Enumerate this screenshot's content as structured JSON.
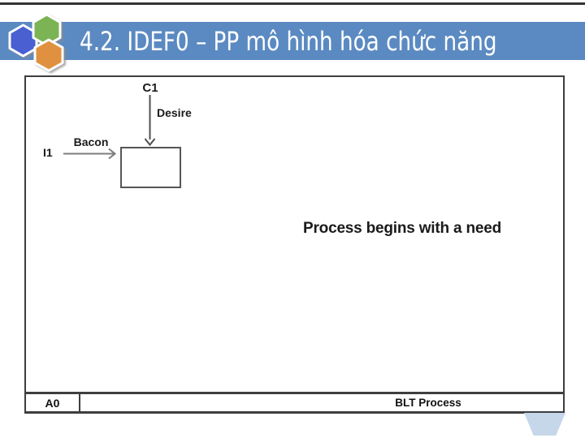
{
  "slide": {
    "title": "4.2. IDEF0 – PP mô hình hóa chức năng",
    "title_bar_color": "#5b8ac2",
    "top_rule_color": "#333333"
  },
  "logo": {
    "hexagons": [
      {
        "name": "blue-hexagon",
        "color": "#4a5fd2"
      },
      {
        "name": "green-hexagon",
        "color": "#7cb454"
      },
      {
        "name": "orange-hexagon",
        "color": "#e0913f"
      }
    ]
  },
  "diagram": {
    "control": {
      "id": "C1",
      "label": "Desire"
    },
    "input": {
      "id": "I1",
      "label": "Bacon"
    },
    "annotation": "Process begins with a need",
    "footer": {
      "node": "A0",
      "title": "BLT Process"
    },
    "frame_border_color": "#3e3e3e",
    "control_arrow_color": "#4f4f4f",
    "input_arrow_color": "#7d7d7d"
  },
  "decor": {
    "corner_shape_color": "#c6d7ea"
  }
}
